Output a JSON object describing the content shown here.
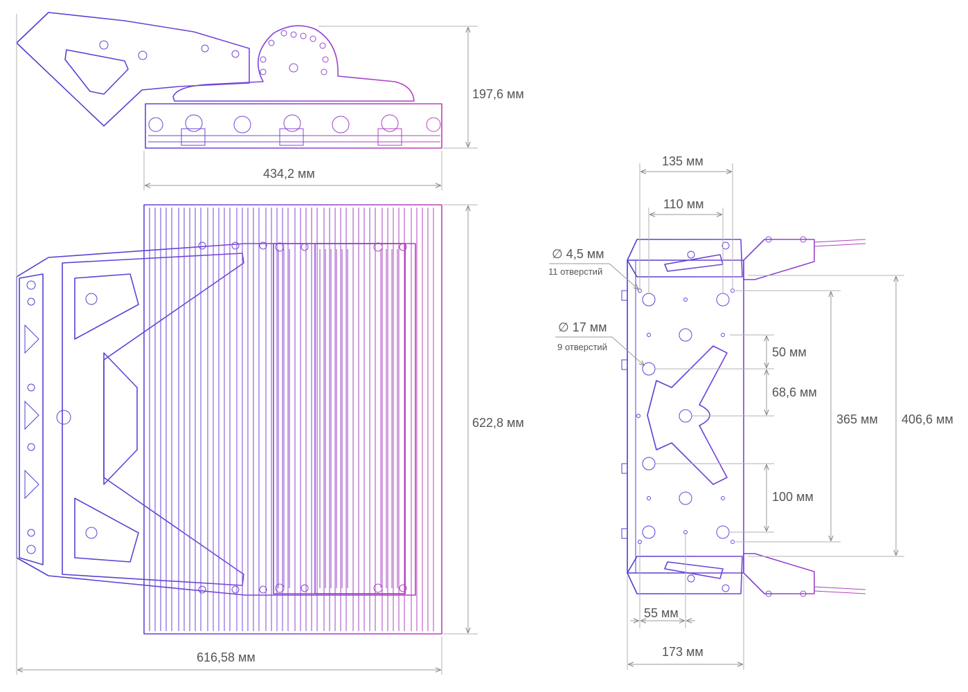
{
  "colors": {
    "outline_start": "#4a3fd0",
    "outline_mid": "#7a45d8",
    "outline_end": "#c040b8",
    "dimension_line": "#9a9a9a",
    "text": "#555555"
  },
  "front_view": {
    "dim_top_height": "197,6 мм",
    "dim_module_width": "434,2 мм",
    "dim_body_height": "622,8 мм",
    "dim_total_width": "616,58 мм"
  },
  "bracket_view": {
    "dim_outer_holes": "135 мм",
    "dim_inner_holes": "110 мм",
    "small_hole_diameter": "∅ 4,5 мм",
    "small_hole_count": "11 отверстий",
    "large_hole_diameter": "∅ 17 мм",
    "large_hole_count": "9 отверстий",
    "dim_50": "50 мм",
    "dim_68": "68,6 мм",
    "dim_100": "100 мм",
    "dim_365": "365 мм",
    "dim_406": "406,6 мм",
    "dim_55": "55 мм",
    "dim_173": "173 мм"
  }
}
